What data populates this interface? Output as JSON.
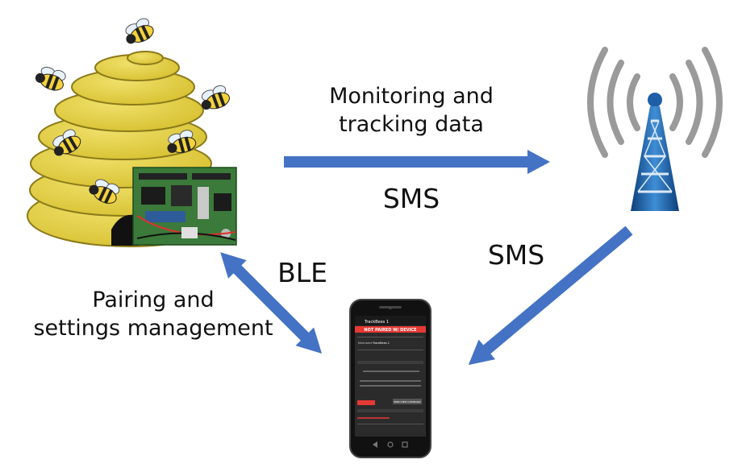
{
  "labels": {
    "monitoring_line1": "Monitoring and",
    "monitoring_line2": "tracking data",
    "sms_top": "SMS",
    "sms_right": "SMS",
    "ble": "BLE",
    "pairing_line1": "Pairing and",
    "pairing_line2": "settings management"
  },
  "phone": {
    "app_title": "TrackBees 1",
    "banner": "NOT PAIRED W/ DEVICE",
    "name_label": "Nickname",
    "name_value": "TrackBees 1",
    "button": "SEND NEW COMMAND"
  },
  "colors": {
    "arrow": "#4472c4",
    "hive_yellow": "#e3cf3e",
    "hive_outline": "#8b7a1a",
    "pcb_green": "#3b7a3a",
    "phone_banner": "#e53935",
    "tower_blue": "#1f5fa8"
  }
}
